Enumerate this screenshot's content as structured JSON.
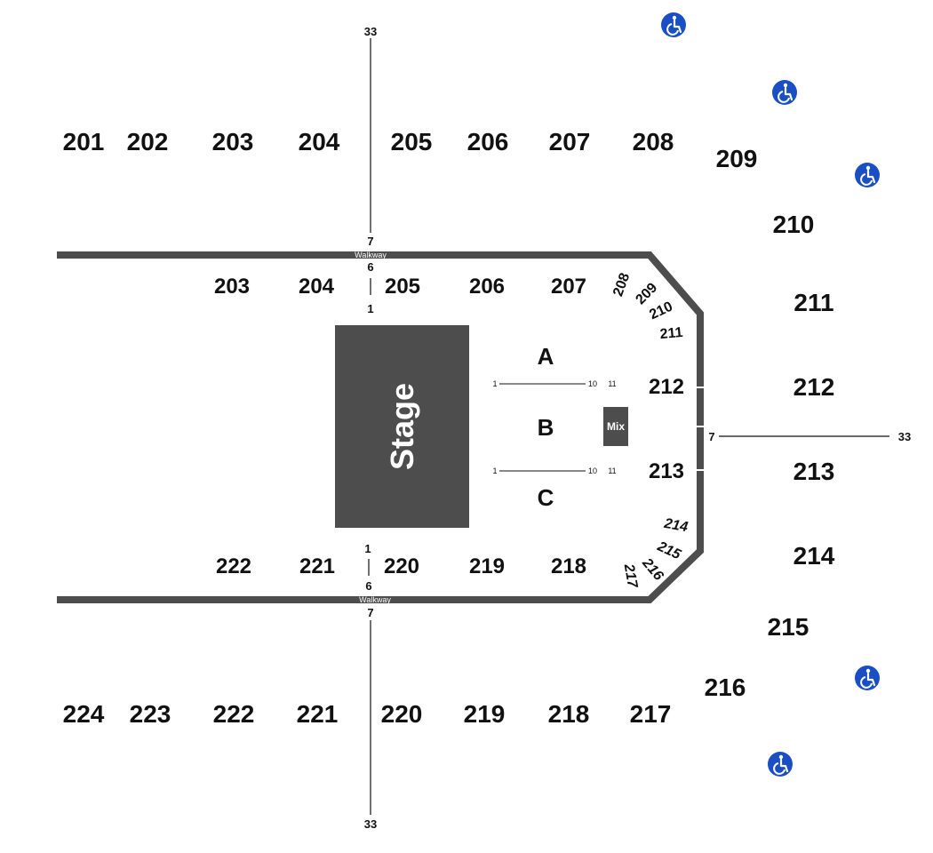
{
  "stage": {
    "label": "Stage"
  },
  "mix": {
    "label": "Mix"
  },
  "walkway": {
    "label": "Walkway"
  },
  "floor_rows": [
    "A",
    "B",
    "C"
  ],
  "upper_top": [
    "201",
    "202",
    "203",
    "204",
    "205",
    "206",
    "207",
    "208",
    "209",
    "210"
  ],
  "upper_right": [
    "211",
    "212",
    "213",
    "214",
    "215"
  ],
  "upper_bottom": [
    "216",
    "217",
    "218",
    "219",
    "220",
    "221",
    "222",
    "223",
    "224"
  ],
  "lower_top": [
    "203",
    "204",
    "205",
    "206",
    "207"
  ],
  "lower_corner_top": [
    "208",
    "209",
    "210",
    "211"
  ],
  "lower_right": [
    "212",
    "213"
  ],
  "lower_corner_bottom": [
    "214",
    "215",
    "216",
    "217"
  ],
  "lower_bottom": [
    "222",
    "221",
    "220",
    "219",
    "218"
  ],
  "seat_numbers": {
    "top_outer": "33",
    "top_inner": "7",
    "top_walkway_row": "6",
    "top_first_row": "1",
    "bottom_first_row": "1",
    "bottom_walkway_row": "6",
    "bottom_inner": "7",
    "bottom_outer": "33",
    "right_inner": "7",
    "right_outer": "33",
    "floor_row_start": "1",
    "floor_row_end": "10",
    "floor_row_next": "11"
  },
  "accessibility": {
    "icon": "wheelchair-icon",
    "color": "#1a4fc4",
    "count": 5
  },
  "colors": {
    "structure": "#4d4d4d",
    "stage": "#4d4d4d",
    "text": "#111111",
    "background": "#ffffff"
  }
}
